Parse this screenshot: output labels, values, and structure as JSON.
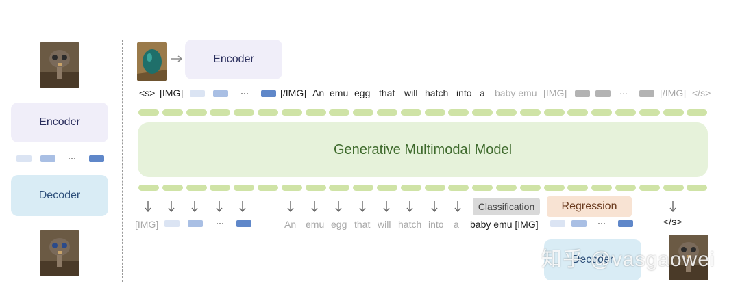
{
  "left_panel": {
    "encoder_label": "Encoder",
    "decoder_label": "Decoder",
    "ellipsis": "···"
  },
  "top_row": {
    "encoder_label": "Encoder",
    "tokens": {
      "s_open": "<s>",
      "img_open": "[IMG]",
      "ellipsis": "···",
      "img_close": "[/IMG]",
      "words": [
        "An",
        "emu",
        "egg",
        "that",
        "will",
        "hatch",
        "into",
        "a"
      ],
      "gray_words": [
        "baby emu",
        "[IMG]"
      ],
      "ellipsis2": "···",
      "img_close2": "[/IMG]",
      "s_close": "</s>"
    }
  },
  "model": {
    "label": "Generative Multimodal Model"
  },
  "bottom_row": {
    "img_token": "[IMG]",
    "ellipsis": "···",
    "words": [
      "An",
      "emu",
      "egg",
      "that",
      "will",
      "hatch",
      "into",
      "a"
    ],
    "target": "baby emu [IMG]",
    "classification_label": "Classification",
    "regression_label": "Regression",
    "ellipsis2": "···",
    "end_token": "</s>",
    "decoder_label": "Decoder"
  },
  "watermark": "知乎 @vasgaowei",
  "colors": {
    "chip_light": "#dbe4f3",
    "chip_mid": "#a9bfe4",
    "chip_dark": "#5f87c9",
    "chip_gray": "#b3b3b3",
    "pill": "#cfe3a6",
    "classification_bg": "#d9d9d9",
    "regression_bg": "#f8e3d3"
  }
}
